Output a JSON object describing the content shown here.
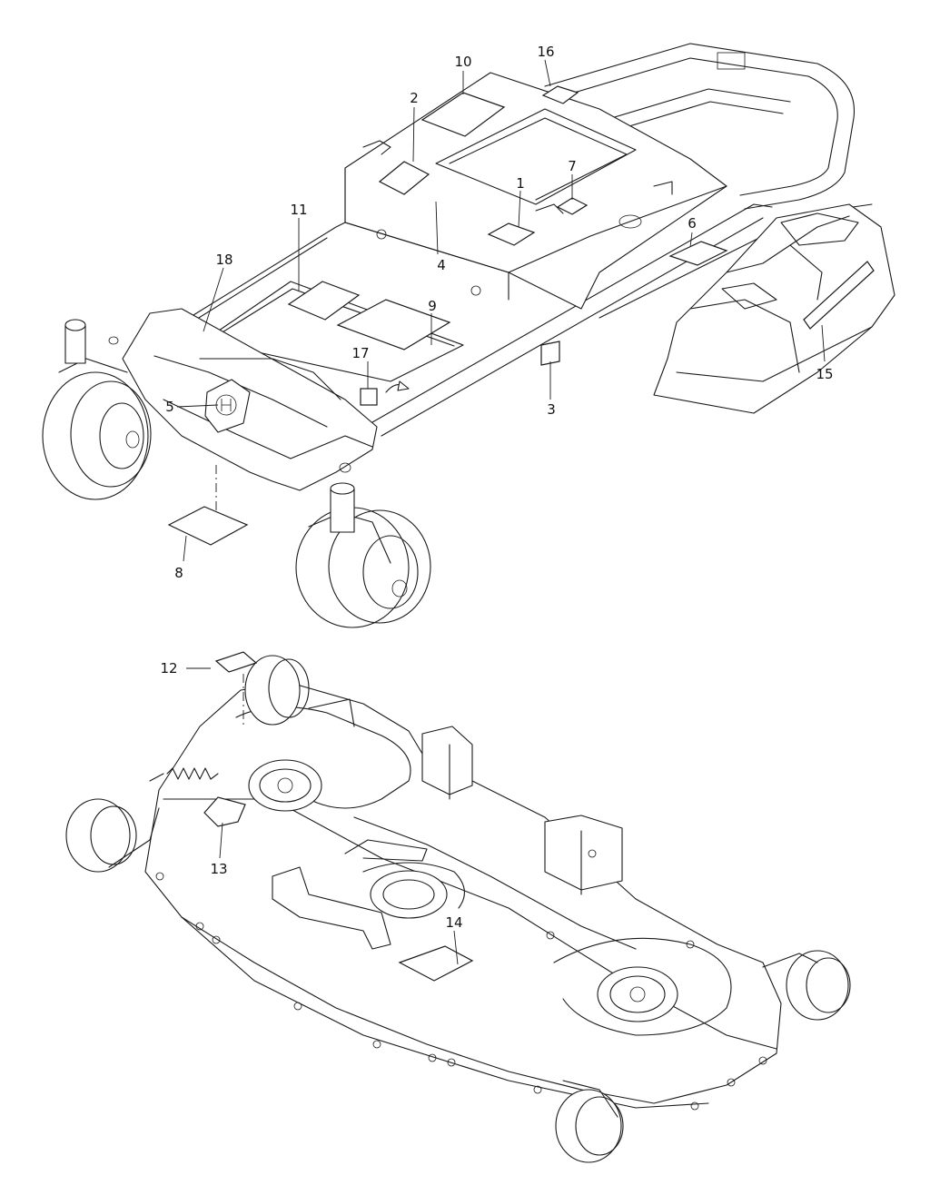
{
  "callouts": [
    {
      "id": "c1",
      "label": "1"
    },
    {
      "id": "c2",
      "label": "2"
    },
    {
      "id": "c3",
      "label": "3"
    },
    {
      "id": "c4",
      "label": "4"
    },
    {
      "id": "c5",
      "label": "5"
    },
    {
      "id": "c6",
      "label": "6"
    },
    {
      "id": "c7",
      "label": "7"
    },
    {
      "id": "c8",
      "label": "8"
    },
    {
      "id": "c9",
      "label": "9"
    },
    {
      "id": "c10",
      "label": "10"
    },
    {
      "id": "c11",
      "label": "11"
    },
    {
      "id": "c12",
      "label": "12"
    },
    {
      "id": "c13",
      "label": "13"
    },
    {
      "id": "c14",
      "label": "14"
    },
    {
      "id": "c15",
      "label": "15"
    },
    {
      "id": "c16",
      "label": "16"
    },
    {
      "id": "c17",
      "label": "17"
    },
    {
      "id": "c18",
      "label": "18"
    }
  ],
  "colors": {
    "line": "#1a1a1a",
    "background": "#ffffff"
  }
}
